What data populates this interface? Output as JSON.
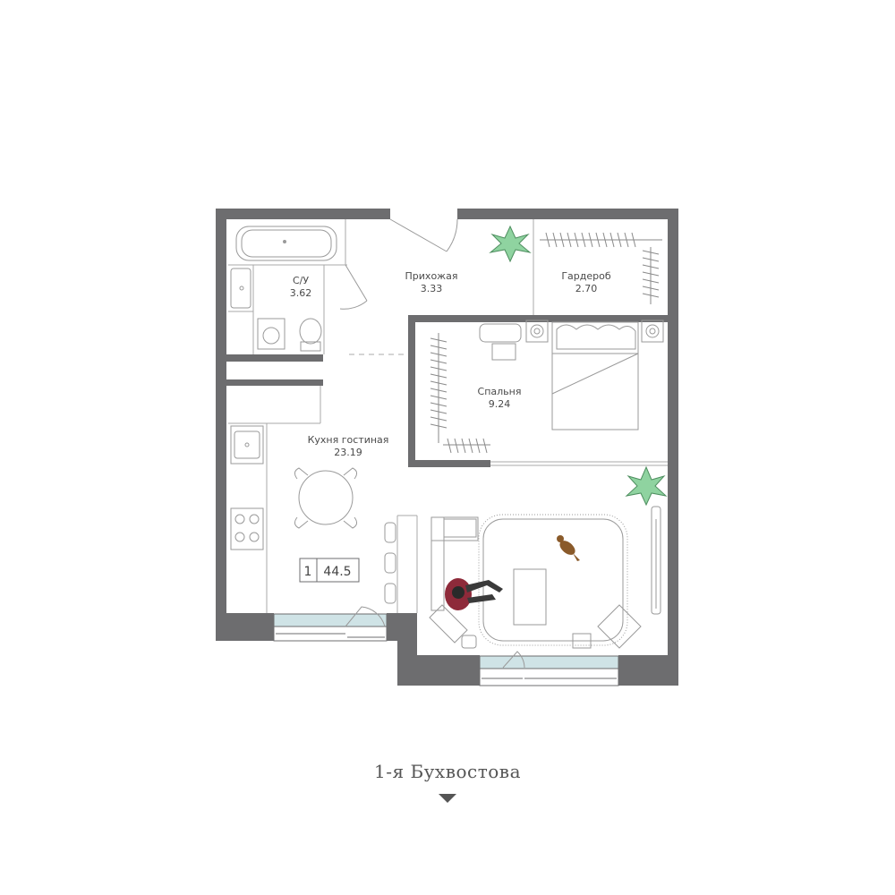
{
  "rooms": {
    "bathroom": {
      "name": "С/У",
      "area": "3.62"
    },
    "hallway": {
      "name": "Прихожая",
      "area": "3.33"
    },
    "wardrobe": {
      "name": "Гардероб",
      "area": "2.70"
    },
    "bedroom": {
      "name": "Спальня",
      "area": "9.24"
    },
    "kitchen_living": {
      "name": "Кухня гостиная",
      "area": "23.19"
    }
  },
  "apartment": {
    "rooms_count": "1",
    "total_area": "44.5"
  },
  "street": {
    "name": "1-я Бухвостова",
    "arrow_icon": "triangle-down-icon"
  },
  "colors": {
    "wall": "#6d6d6f",
    "line": "#a8a8a8",
    "window": "#cfe3e6",
    "plant": "#8fd3a0",
    "person_shirt": "#8e2a3a",
    "dog": "#8a5a2a"
  }
}
